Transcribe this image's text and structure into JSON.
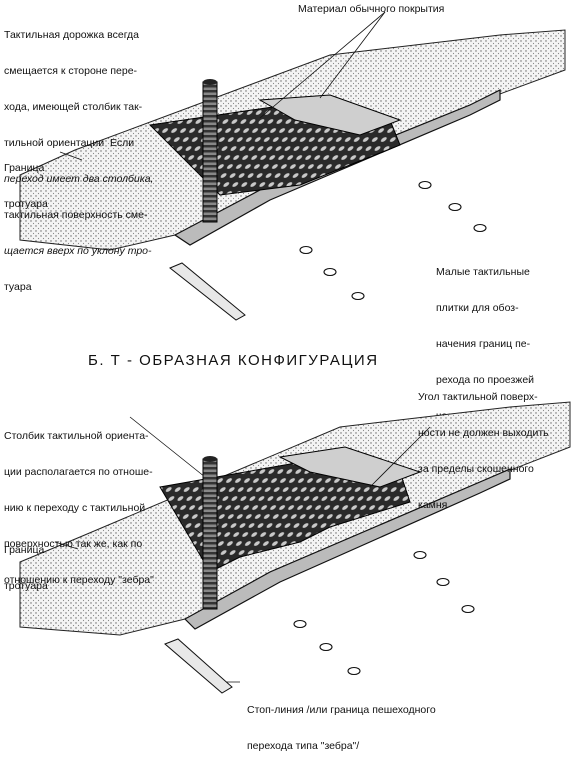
{
  "top": {
    "label_tactile_path": {
      "l1": "Тактильная дорожка всегда",
      "l2": "смещается к стороне пере-",
      "l3": "хода, имеющей столбик так-",
      "l4": "тильной ориентации  Если",
      "l5": "переход имеет два столбика,",
      "l6": "тактильная поверхность сме-",
      "l7": "щается вверх по уклону тро-",
      "l8": "туара"
    },
    "label_material": "Материал обычного покрытия",
    "label_border": {
      "l1": "Граница",
      "l2": "тротуара"
    },
    "label_small_tiles": {
      "l1": "Малые тактильные",
      "l2": "плитки для обоз-",
      "l3": "начения границ пе-",
      "l4": "рехода по проезжей",
      "l5": "части"
    }
  },
  "section_b_title": "Б.  Т - ОБРАЗНАЯ  КОНФИГУРАЦИЯ",
  "bottom": {
    "label_corner": {
      "l1": "Угол тактильной поверх-",
      "l2": "ности не должен выходить",
      "l3": "за пределы скошенного",
      "l4": "камня"
    },
    "label_post": {
      "l1": "Столбик тактильной ориента-",
      "l2": "ции располагается по отноше-",
      "l3": "нию к переходу с тактильной",
      "l4": "поверхностью так же, как по",
      "l5": "отношению к переходу \"зебра\""
    },
    "label_border": {
      "l1": "Граница",
      "l2": "тротуара"
    },
    "label_stop_line": {
      "l1": "Стоп-линия /или граница пешеходного",
      "l2": "перехода типа \"зебра\"/"
    }
  }
}
